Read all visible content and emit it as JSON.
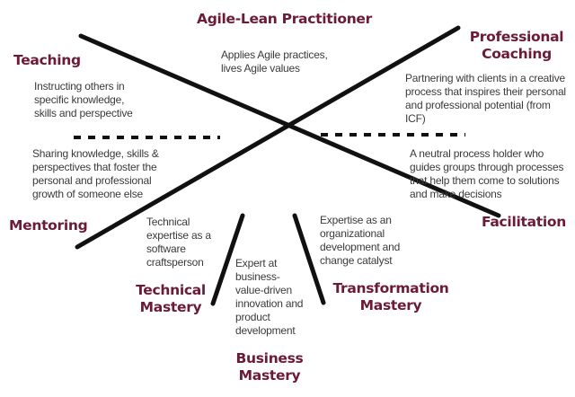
{
  "colors": {
    "title": "#6b1a38",
    "text": "#3a3a3a",
    "lines": "#111111"
  },
  "center": {
    "title": "Agile-Lean Practitioner",
    "desc": "Applies Agile practices, lives Agile values"
  },
  "teaching": {
    "title": "Teaching",
    "desc": "Instructing others in specific knowledge, skills and perspective"
  },
  "mentoring": {
    "title": "Mentoring",
    "desc": "Sharing knowledge, skills & perspectives that foster the personal and professional growth of someone else"
  },
  "coaching": {
    "title_line1": "Professional",
    "title_line2": "Coaching",
    "desc": "Partnering with clients in a creative process that inspires their personal and professional potential (from ICF)"
  },
  "facilitation": {
    "title": "Facilitation",
    "desc": "A neutral process holder who guides groups through processes that help them come to solutions and make decisions"
  },
  "technical": {
    "title_line1": "Technical",
    "title_line2": "Mastery",
    "desc": "Technical expertise as a software craftsperson"
  },
  "business": {
    "title_line1": "Business",
    "title_line2": "Mastery",
    "desc": "Expert at business-value-driven innovation and product development"
  },
  "transformation": {
    "title_line1": "Transformation",
    "title_line2": "Mastery",
    "desc": "Expertise as an organizational development and change catalyst"
  }
}
